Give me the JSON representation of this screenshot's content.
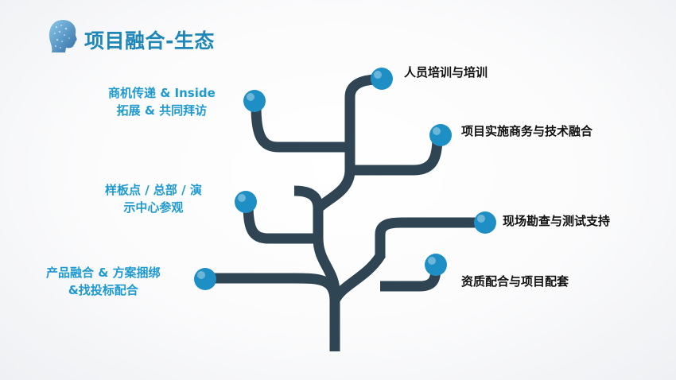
{
  "title": "项目融合-生态",
  "colors": {
    "branch": "#2f4553",
    "node": "#1e8fc4",
    "title": "#1f87b8",
    "left_text": "#1e9ad0"
  },
  "left_labels": [
    {
      "line1": "商机传递 & Inside",
      "line2": "拓展 & 共同拜访"
    },
    {
      "line1": "样板点 / 总部 / 演",
      "line2": "示中心参观"
    },
    {
      "line1": "产品融合 & 方案捆绑",
      "line2": "&找投标配合"
    }
  ],
  "right_labels": [
    "人员培训与培训",
    "项目实施商务与技术融合",
    "现场勘查与测试支持",
    "资质配合与项目配套"
  ]
}
